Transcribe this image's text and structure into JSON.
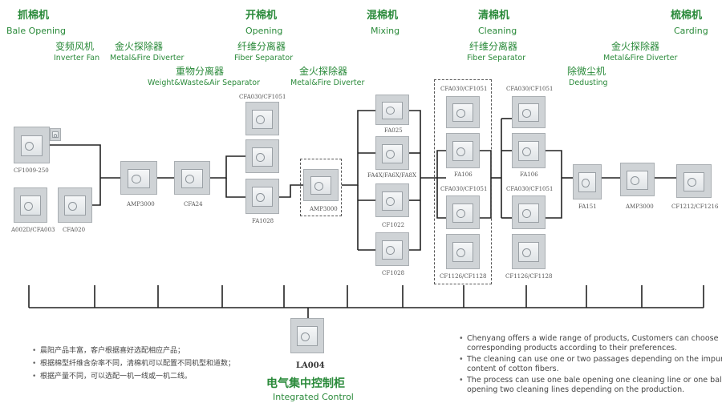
{
  "headers": [
    {
      "zh": "抓棉机",
      "en": "Bale Opening"
    },
    {
      "zh": "开棉机",
      "en": "Opening"
    },
    {
      "zh": "混棉机",
      "en": "Mixing"
    },
    {
      "zh": "清棉机",
      "en": "Cleaning"
    },
    {
      "zh": "梳棉机",
      "en": "Carding"
    }
  ],
  "sublabels": [
    {
      "zh": "变频风机",
      "en": "Inverter Fan"
    },
    {
      "zh": "金火探除器",
      "en": "Metal&Fire Diverter"
    },
    {
      "zh": "重物分离器",
      "en": "Weight&Waste&Air Separator"
    },
    {
      "zh": "纤维分离器",
      "en": "Fiber Separator"
    },
    {
      "zh": "金火探除器",
      "en": "Metal&Fire Diverter"
    },
    {
      "zh": "纤维分离器",
      "en": "Fiber Separator"
    },
    {
      "zh": "除微尘机",
      "en": "Dedusting"
    },
    {
      "zh": "金火探除器",
      "en": "Metal&Fire Diverter"
    }
  ],
  "machines": {
    "cf1009": "CF1009-250",
    "a002d": "A002D/CFA003",
    "cfa020": "CFA020",
    "amp1": "AMP3000",
    "cfa24": "CFA24",
    "cfa030_1": "CFA030/CF1051",
    "fa1028": "FA1028",
    "amp2": "AMP3000",
    "fa025": "FA025",
    "fa4x": "FA4X/FA6X/FA8X",
    "cf1022": "CF1022",
    "cf1028": "CF1028",
    "cfa030_2": "CFA030/CF1051",
    "fa106a": "FA106",
    "cfa030_3": "CFA030/CF1051",
    "cf1126a": "CF1126/CF1128",
    "cfa030_4": "CFA030/CF1051",
    "fa106b": "FA106",
    "cfa030_5": "CFA030/CF1051",
    "cf1126b": "CF1126/CF1128",
    "fa151": "FA151",
    "amp3": "AMP3000",
    "cf1212": "CF1212/CF1216",
    "la004": "LA004"
  },
  "control": {
    "zh": "电气集中控制柜",
    "en": "Integrated Control"
  },
  "notes_zh": [
    "晨阳产品丰富，客户根据喜好选配相应产品；",
    "根据棉型纤维含杂率不同，清棉机可以配置不同机型和道数；",
    "根据产量不同，可以选配一机一线或一机二线。"
  ],
  "notes_en": [
    [
      "Chenyang offers a wide range of products, Customers can choose",
      "corresponding products according to their preferences."
    ],
    [
      "The cleaning can use one or two passages depending on the impurity",
      "content of cotton fibers."
    ],
    [
      "The process can use one bale opening one cleaning line or one bale",
      "opening two cleaning lines depending on the production."
    ]
  ],
  "colors": {
    "accent": "#2a8a3a",
    "line": "#222222",
    "box": "#cfd3d6"
  }
}
